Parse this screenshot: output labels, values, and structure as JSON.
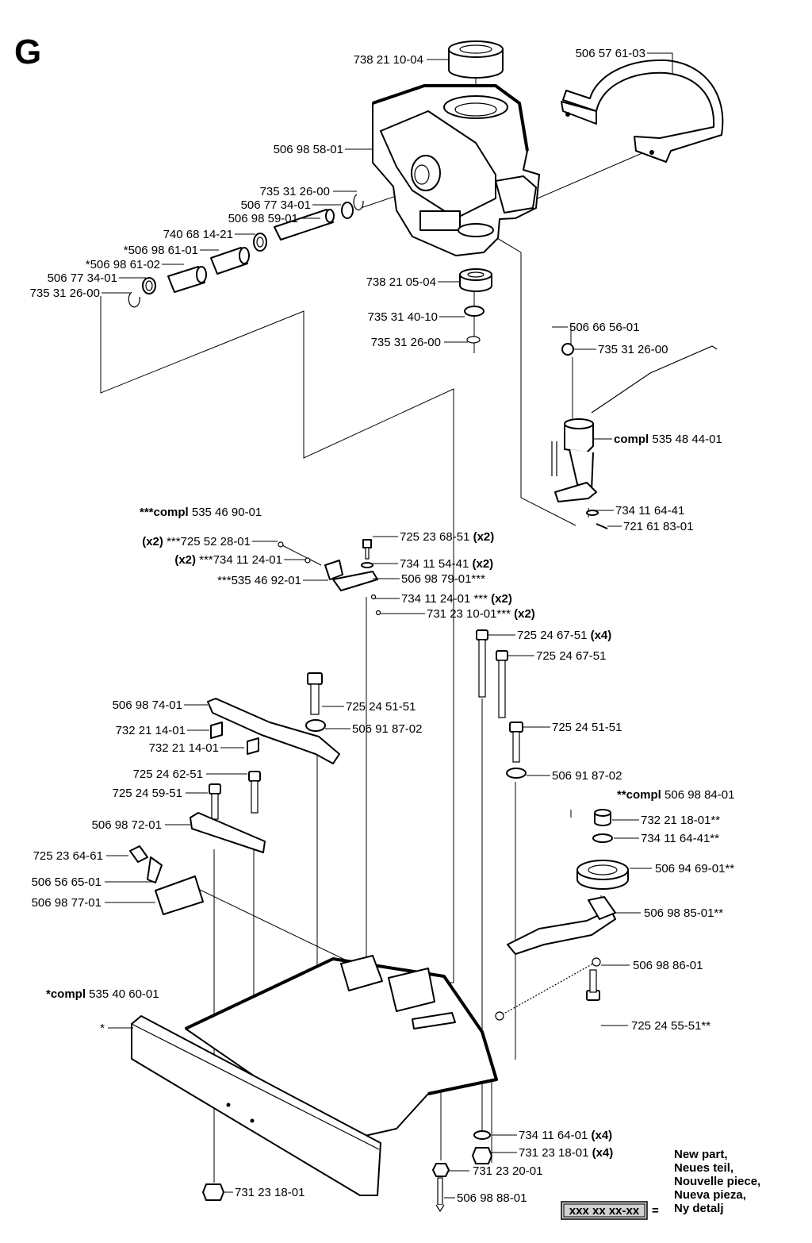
{
  "section_letter": "G",
  "parts": [
    {
      "num": "738 21 10-04"
    },
    {
      "num": "506 57 61-03"
    },
    {
      "num": "506 98 58-01"
    },
    {
      "num": "735 31 26-00"
    },
    {
      "num": "506 77 34-01"
    },
    {
      "num": "506 98 59-01"
    },
    {
      "num": "740 68 14-21"
    },
    {
      "num": "*506 98 61-01"
    },
    {
      "num": "*506 98 61-02"
    },
    {
      "num": "506 77 34-01"
    },
    {
      "num": "735 31 26-00"
    },
    {
      "num": "738 21 05-04"
    },
    {
      "num": "735 31 40-10"
    },
    {
      "num": "735 31 26-00"
    },
    {
      "num": "506 66 56-01"
    },
    {
      "num": "735 31 26-00"
    },
    {
      "prefix": "compl",
      "num": " 535 48 44-01"
    },
    {
      "num": "734 11 64-41"
    },
    {
      "num": "721 61 83-01"
    },
    {
      "prefix": "***compl",
      "num": " 535 46 90-01"
    },
    {
      "prefix": "(x2)",
      "num": " ***725 52 28-01"
    },
    {
      "prefix": "(x2)",
      "num": " ***734 11 24-01"
    },
    {
      "num": "***535 46 92-01"
    },
    {
      "num": "725 23 68-51",
      "suffix": " (x2)"
    },
    {
      "num": "734 11 54-41",
      "suffix": " (x2)"
    },
    {
      "num": "506 98 79-01***"
    },
    {
      "num": "734 11 24-01 ***",
      "suffix": " (x2)"
    },
    {
      "num": "731 23 10-01***",
      "suffix": " (x2)"
    },
    {
      "num": "725 24 67-51",
      "suffix": " (x4)"
    },
    {
      "num": "725 24 67-51"
    },
    {
      "num": "506 98 74-01"
    },
    {
      "num": "725 24 51-51"
    },
    {
      "num": "732 21 14-01"
    },
    {
      "num": "506 91 87-02"
    },
    {
      "num": "732 21 14-01"
    },
    {
      "num": "725 24 51-51"
    },
    {
      "num": "725 24 62-51"
    },
    {
      "num": "506 91 87-02"
    },
    {
      "num": "725 24 59-51"
    },
    {
      "prefix": "**compl",
      "num": " 506 98 84-01"
    },
    {
      "num": "506 98 72-01"
    },
    {
      "num": "732 21 18-01**"
    },
    {
      "num": "734 11 64-41**"
    },
    {
      "num": "725 23 64-61"
    },
    {
      "num": "506 94 69-01**"
    },
    {
      "num": "506 56 65-01"
    },
    {
      "num": "506 98 77-01"
    },
    {
      "num": "506 98 85-01**"
    },
    {
      "num": "506 98 86-01"
    },
    {
      "prefix": "*compl",
      "num": " 535 40 60-01"
    },
    {
      "num": "*"
    },
    {
      "num": "725 24 55-51**"
    },
    {
      "num": "734 11 64-01",
      "suffix": " (x4)"
    },
    {
      "num": "731 23 18-01",
      "suffix": " (x4)"
    },
    {
      "num": "731 23 20-01"
    },
    {
      "num": "731 23 18-01"
    },
    {
      "num": "506 98 88-01"
    }
  ],
  "legend": {
    "box_text": "xxx xx xx-xx",
    "equals": "=",
    "lines": [
      "New part,",
      "Neues teil,",
      "Nouvelle piece,",
      "Nueva pieza,",
      "Ny detalj"
    ]
  }
}
